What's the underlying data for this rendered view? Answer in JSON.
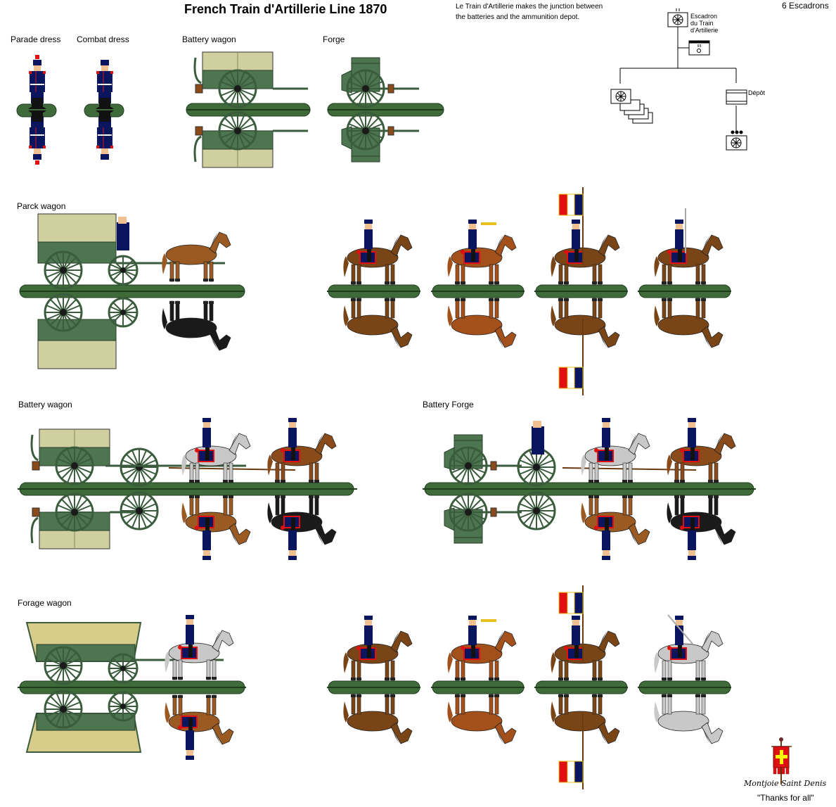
{
  "header": {
    "title": "French Train d'Artillerie Line 1870",
    "description": "Le Train d'Artillerie makes the junction between the batteries and the ammunition depot.",
    "unit_count": "6 Escadrons"
  },
  "org_chart": {
    "top_unit": {
      "label_lines": [
        "Escadron",
        "du Train",
        "d'Artillerie"
      ],
      "size_marker": "II"
    },
    "hq_unit": {
      "size_marker": "II"
    },
    "companies": {
      "count": 4
    },
    "depot": {
      "label": "Dépôt"
    },
    "depot_unit": {
      "size_marker": "●●●"
    }
  },
  "sections": {
    "row1": [
      {
        "label": "Parade dress"
      },
      {
        "label": "Combat dress"
      },
      {
        "label": "Battery wagon"
      },
      {
        "label": "Forge"
      }
    ],
    "parck_wagon": {
      "label": "Parck wagon"
    },
    "battery_wagon_team": {
      "label": "Battery wagon"
    },
    "battery_forge_team": {
      "label": "Battery Forge"
    },
    "forage_wagon": {
      "label": "Forage wagon"
    }
  },
  "mounted_figures": {
    "row_a": [
      "officer",
      "trumpeter",
      "standard-bearer",
      "sabre-trooper"
    ],
    "row_b": [
      "officer",
      "trumpeter",
      "standard-bearer",
      "sabre-trooper"
    ]
  },
  "colors": {
    "base_green": "#3f6b3a",
    "base_dark": "#1f3d1c",
    "wagon_green": "#4c7550",
    "canvas": "#cfcfa0",
    "uniform_blue": "#0a1560",
    "uniform_red": "#e01010",
    "horse_bay": "#7a4516",
    "horse_chestnut": "#a4501a",
    "horse_grey": "#c8c8c8",
    "horse_black": "#1a1a1a"
  },
  "footer": {
    "motto": "Montjoie Saint Denis",
    "thanks": "\"Thanks for all\""
  }
}
